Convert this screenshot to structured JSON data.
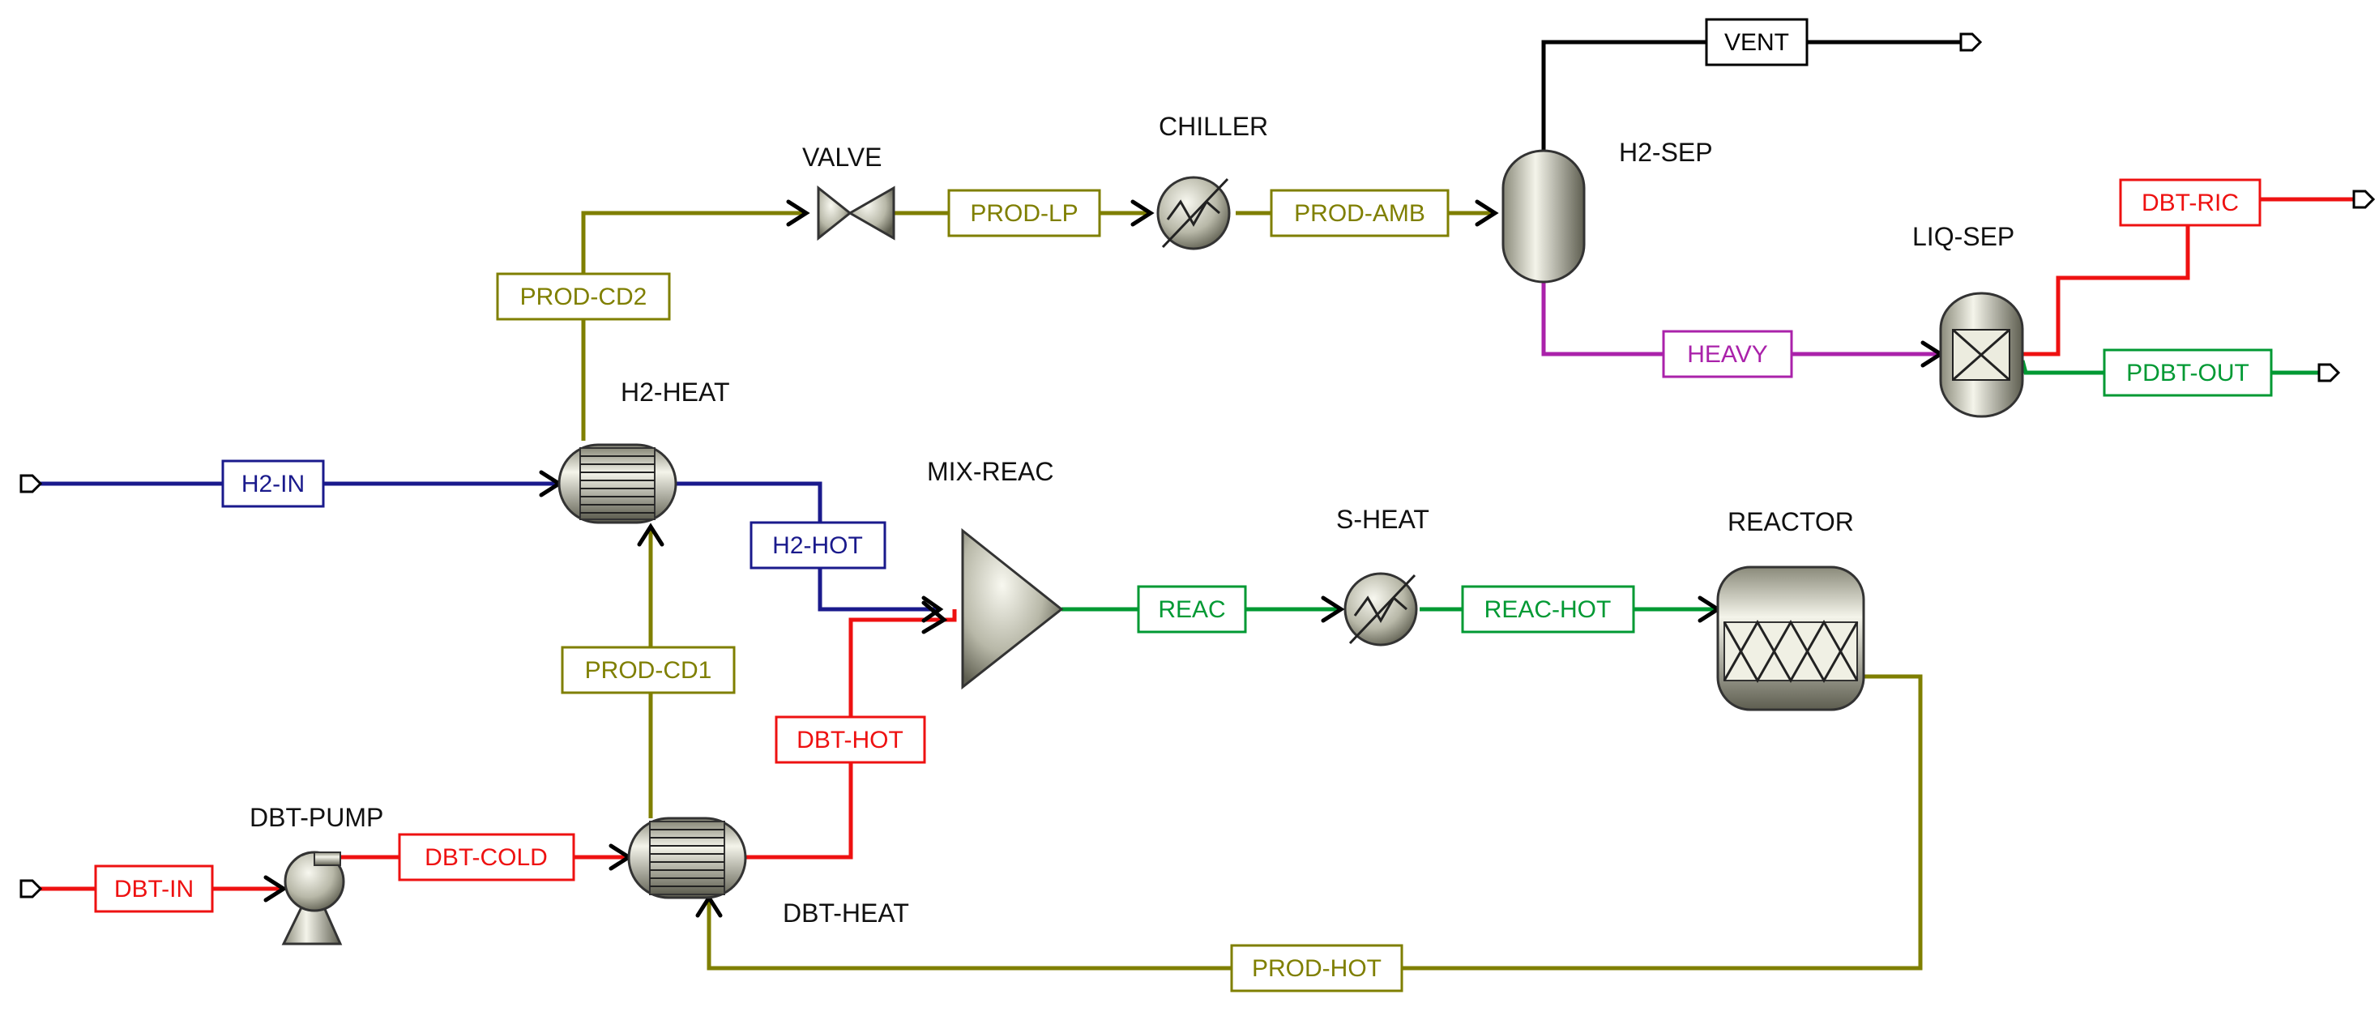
{
  "colors": {
    "hydrogen": "#1a1a8c",
    "dbt": "#ee1111",
    "product": "#7f7f00",
    "reactor": "#009933",
    "heavy": "#aa22aa",
    "vent": "#000000",
    "equipment_light": "#f2f2e6",
    "equipment_dark": "#6e6e5e"
  },
  "blocks": {
    "dbt_pump": "DBT-PUMP",
    "dbt_heat": "DBT-HEAT",
    "h2_heat": "H2-HEAT",
    "mix_reac": "MIX-REAC",
    "s_heat": "S-HEAT",
    "reactor": "REACTOR",
    "valve": "VALVE",
    "chiller": "CHILLER",
    "h2_sep": "H2-SEP",
    "liq_sep": "LIQ-SEP"
  },
  "streams": {
    "h2_in": "H2-IN",
    "h2_hot": "H2-HOT",
    "dbt_in": "DBT-IN",
    "dbt_cold": "DBT-COLD",
    "dbt_hot": "DBT-HOT",
    "prod_cd1": "PROD-CD1",
    "prod_cd2": "PROD-CD2",
    "prod_lp": "PROD-LP",
    "prod_amb": "PROD-AMB",
    "reac": "REAC",
    "reac_hot": "REAC-HOT",
    "prod_hot": "PROD-HOT",
    "vent": "VENT",
    "heavy": "HEAVY",
    "dbt_ric": "DBT-RIC",
    "pdbt_out": "PDBT-OUT"
  }
}
